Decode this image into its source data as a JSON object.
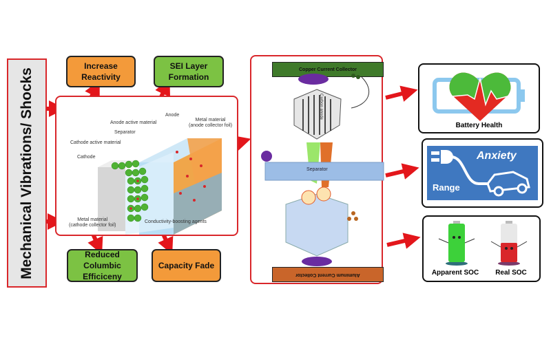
{
  "left_panel": {
    "title": "Mechanical Vibrations/ Shocks"
  },
  "effects": {
    "increase_reactivity": "Increase Reactivity",
    "sei_layer": "SEI Layer Formation",
    "reduced_efficiency": "Reduced Columbic Efficiceny",
    "capacity_fade": "Capacity Fade"
  },
  "cell_diagram": {
    "anode": "Anode",
    "anode_active": "Anode active material",
    "separator": "Separator",
    "cathode_active": "Cathode active material",
    "cathode": "Cathode",
    "anode_foil": "Metal material\n(anode collector foil)",
    "cathode_foil": "Metal material\n(cathode collector foil)",
    "conductivity": "Conductivity-boosting agents"
  },
  "mechanism": {
    "copper": "Copper Current Collector",
    "carbon": "Carbon anode",
    "separator": "Separator",
    "aluminum": "Aluminum Current Collector"
  },
  "outcomes": {
    "battery_health": "Battery Health",
    "anxiety": "Anxiety",
    "range": "Range",
    "apparent_soc": "Apparent SOC",
    "real_soc": "Real SOC"
  },
  "colors": {
    "arrow": "#e3161b",
    "orange": "#f39a3a",
    "green": "#7cc243",
    "copper": "#3f7a2a",
    "aluminum": "#c9652a",
    "range_bg": "#3f78c0"
  }
}
